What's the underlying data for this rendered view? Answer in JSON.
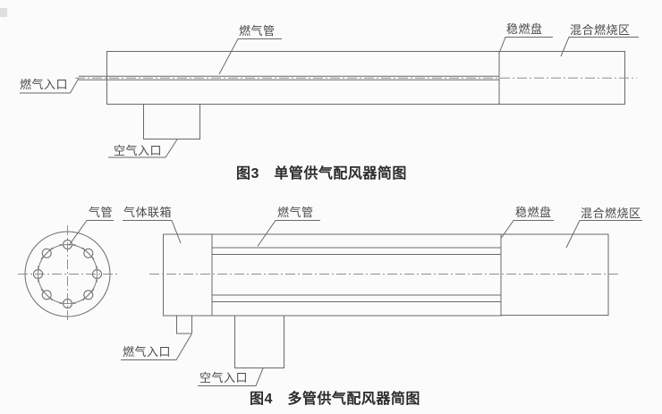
{
  "figure3": {
    "caption": "图3　单管供气配风器简图",
    "labels": {
      "gas_inlet": "燃气入口",
      "gas_pipe": "燃气管",
      "stabilizer_disk": "稳燃盘",
      "mixing_combustion_zone": "混合燃烧区",
      "air_inlet": "空气入口"
    }
  },
  "figure4": {
    "caption": "图4　多管供气配风器简图",
    "labels": {
      "pipe": "气管",
      "gas_header": "气体联箱",
      "gas_pipe": "燃气管",
      "stabilizer_disk": "稳燃盘",
      "mixing_combustion_zone": "混合燃烧区",
      "gas_inlet": "燃气入口",
      "air_inlet": "空气入口"
    }
  },
  "colors": {
    "background": "#fbfbfb",
    "line": "#6a6a6a",
    "centerline": "#8e8e8e",
    "label_text": "#4a4a4a",
    "caption_text": "#2b2b2b"
  }
}
